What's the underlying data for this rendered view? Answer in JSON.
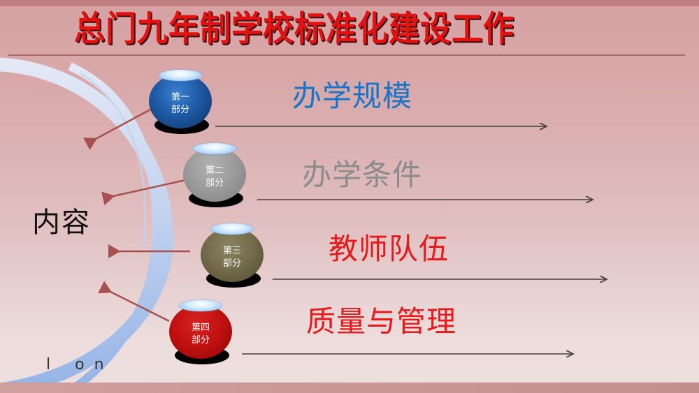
{
  "slide": {
    "title": "总门九年制学校标准化建设工作",
    "center_label": "内容",
    "stray_text": "l on",
    "colors": {
      "title": "#e31212",
      "item1": "#1874c7",
      "item2": "#8c8c8c",
      "item3": "#e8191b",
      "item4": "#e8191b",
      "arc": "#c9d8f2",
      "arrow_left": "#a8504f",
      "arrow_right": "#4a3f36"
    },
    "sections": [
      {
        "ball_line1": "第一",
        "ball_line2": "部分",
        "ball_color": "#1e5ba6",
        "text": "办学规模"
      },
      {
        "ball_line1": "第二",
        "ball_line2": "部分",
        "ball_color": "#9a9a9a",
        "text": "办学条件"
      },
      {
        "ball_line1": "第三",
        "ball_line2": "部分",
        "ball_color": "#726a48",
        "text": "教师队伍"
      },
      {
        "ball_line1": "第四",
        "ball_line2": "部分",
        "ball_color": "#c01010",
        "text": "质量与管理"
      }
    ]
  }
}
